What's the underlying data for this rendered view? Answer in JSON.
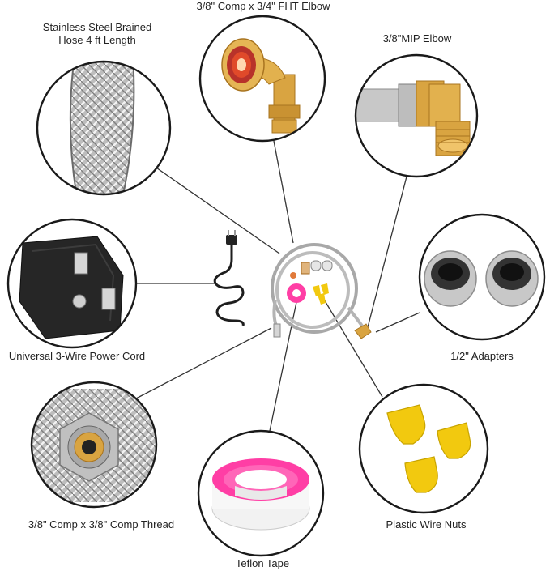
{
  "labels": {
    "hose": [
      "Stainless Steel Brained",
      "Hose 4 ft Length"
    ],
    "fht_elbow": "3/8\" Comp x 3/4\" FHT Elbow",
    "mip_elbow": "3/8\"MIP Elbow",
    "power_cord": "Universal 3-Wire Power Cord",
    "adapters": "1/2\" Adapters",
    "comp_thread": "3/8\" Comp x 3/8\" Comp Thread",
    "wire_nuts": "Plastic Wire Nuts",
    "teflon": "Teflon Tape"
  },
  "colors": {
    "circle_stroke": "#1a1a1a",
    "connector_line": "#333333",
    "brass": "#d9a441",
    "brass_dark": "#a87420",
    "steel": "#c8c8c8",
    "steel_dark": "#8c8c8c",
    "rubber_red": "#e04a2a",
    "black_plastic": "#222222",
    "teflon_pink": "#ff3ea5",
    "wire_nut_yellow": "#f2c90f"
  },
  "icons": {
    "hose": "braided-hose-icon",
    "fht_elbow": "brass-fht-elbow-icon",
    "mip_elbow": "brass-mip-elbow-icon",
    "power_cord": "power-plug-icon",
    "adapters": "hose-adapter-icon",
    "comp_thread": "compression-fitting-icon",
    "wire_nuts": "wire-nut-icon",
    "teflon": "teflon-tape-icon"
  }
}
